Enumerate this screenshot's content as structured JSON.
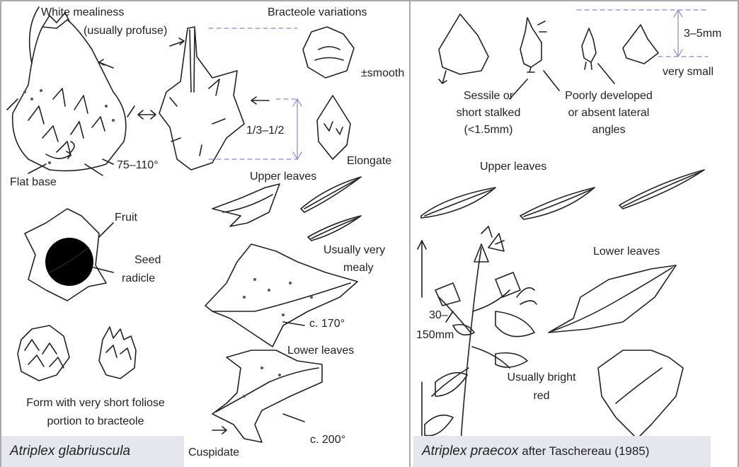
{
  "left": {
    "species_name": "Atriplex glabriuscula",
    "labels": {
      "white_mealiness": "White mealiness",
      "usually_profuse": "(usually profuse)",
      "bracteole_variations": "Bracteole variations",
      "smooth": "±smooth",
      "fraction": "1/3–1/2",
      "elongate": "Elongate",
      "angle_base": "75–110°",
      "flat_base": "Flat base",
      "upper_leaves": "Upper leaves",
      "fruit": "Fruit",
      "seed": "Seed",
      "radicle": "radicle",
      "usually_very": "Usually very",
      "mealy": "mealy",
      "angle_170": "c. 170°",
      "lower_leaves": "Lower leaves",
      "form_line1": "Form with very short foliose",
      "form_line2": "portion to bracteole",
      "cuspidate": "Cuspidate",
      "angle_200": "c. 200°"
    }
  },
  "right": {
    "species_name": "Atriplex praecox",
    "species_author": "after Taschereau (1985)",
    "labels": {
      "size_range": "3–5mm",
      "very_small": "very small",
      "sessile_1": "Sessile or",
      "sessile_2": "short stalked",
      "sessile_3": "(<1.5mm)",
      "poorly_1": "Poorly developed",
      "poorly_2": "or absent lateral",
      "poorly_3": "angles",
      "upper_leaves": "Upper leaves",
      "lower_leaves": "Lower leaves",
      "height_1": "30–",
      "height_2": "150mm",
      "bright_1": "Usually bright",
      "bright_2": "red"
    }
  }
}
